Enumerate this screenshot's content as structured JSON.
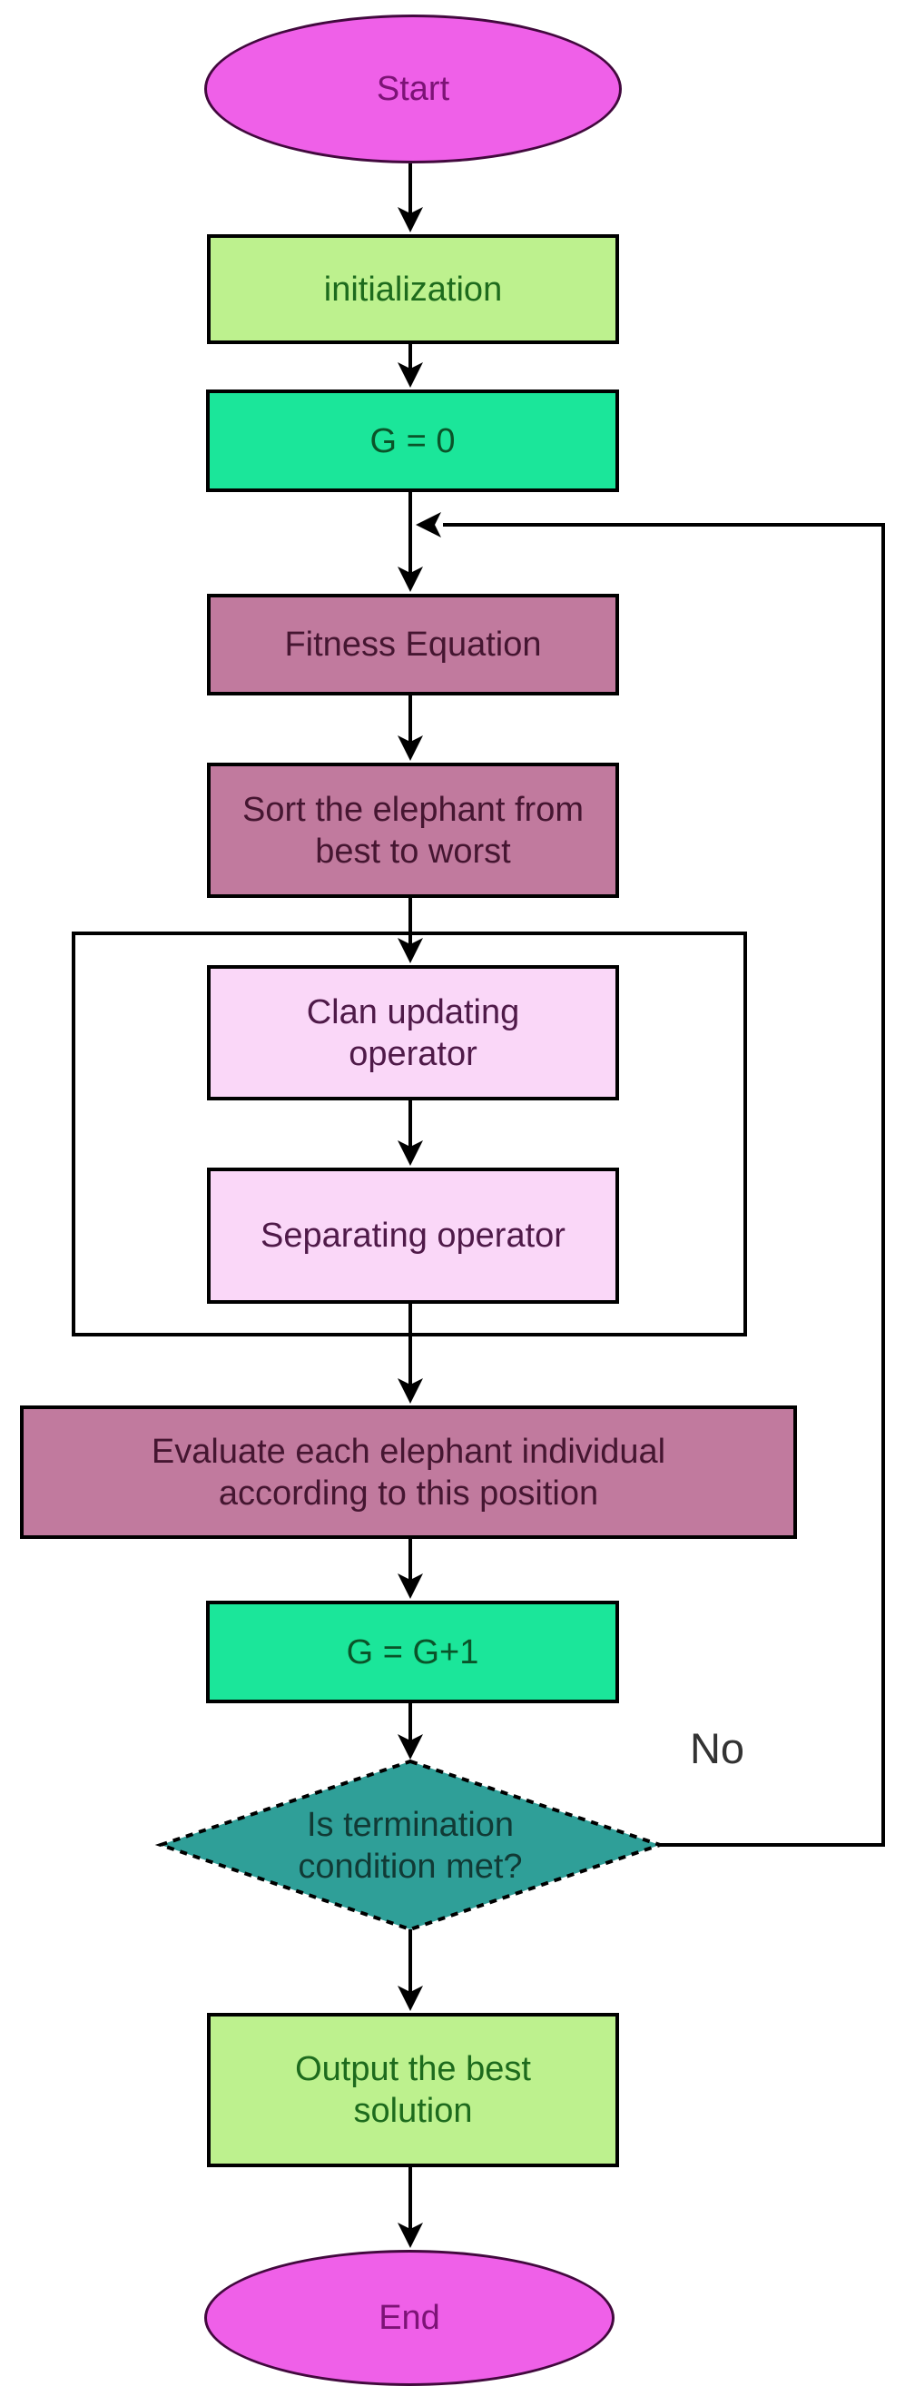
{
  "flowchart": {
    "nodes": {
      "start": {
        "label": "Start",
        "shape": "ellipse",
        "fill": "#ef60e8",
        "text_color": "#7c1376"
      },
      "initialization": {
        "label": "initialization",
        "shape": "rect",
        "fill": "#bdf18e",
        "text_color": "#1d6b1d"
      },
      "g_zero": {
        "label": "G = 0",
        "shape": "rect",
        "fill": "#1be69a",
        "text_color": "#0a5429"
      },
      "fitness": {
        "label": "Fitness Equation",
        "shape": "rect",
        "fill": "#c17a9e",
        "text_color": "#451631"
      },
      "sort": {
        "label": "Sort the elephant from best to worst",
        "shape": "rect",
        "fill": "#c17a9e",
        "text_color": "#451631"
      },
      "clan_updating": {
        "label": "Clan updating operator",
        "shape": "rect",
        "fill": "#fad7f8",
        "text_color": "#4f1a49"
      },
      "separating": {
        "label": "Separating operator",
        "shape": "rect",
        "fill": "#fad7f8",
        "text_color": "#4f1a49"
      },
      "evaluate": {
        "label": "Evaluate each elephant individual according to this position",
        "shape": "rect",
        "fill": "#c17a9e",
        "text_color": "#451631"
      },
      "g_increment": {
        "label": "G = G+1",
        "shape": "rect",
        "fill": "#1be69a",
        "text_color": "#0a5429"
      },
      "decision": {
        "label": "Is termination condition met?",
        "shape": "diamond",
        "fill": "#2f9f98",
        "text_color": "#113a35"
      },
      "output": {
        "label": "Output the best solution",
        "shape": "rect",
        "fill": "#bdf18e",
        "text_color": "#1d6b1d"
      },
      "end": {
        "label": "End",
        "shape": "ellipse",
        "fill": "#ef60e8",
        "text_color": "#7c1376"
      }
    },
    "edges": {
      "no_label": "No",
      "line_color": "#000000"
    }
  }
}
